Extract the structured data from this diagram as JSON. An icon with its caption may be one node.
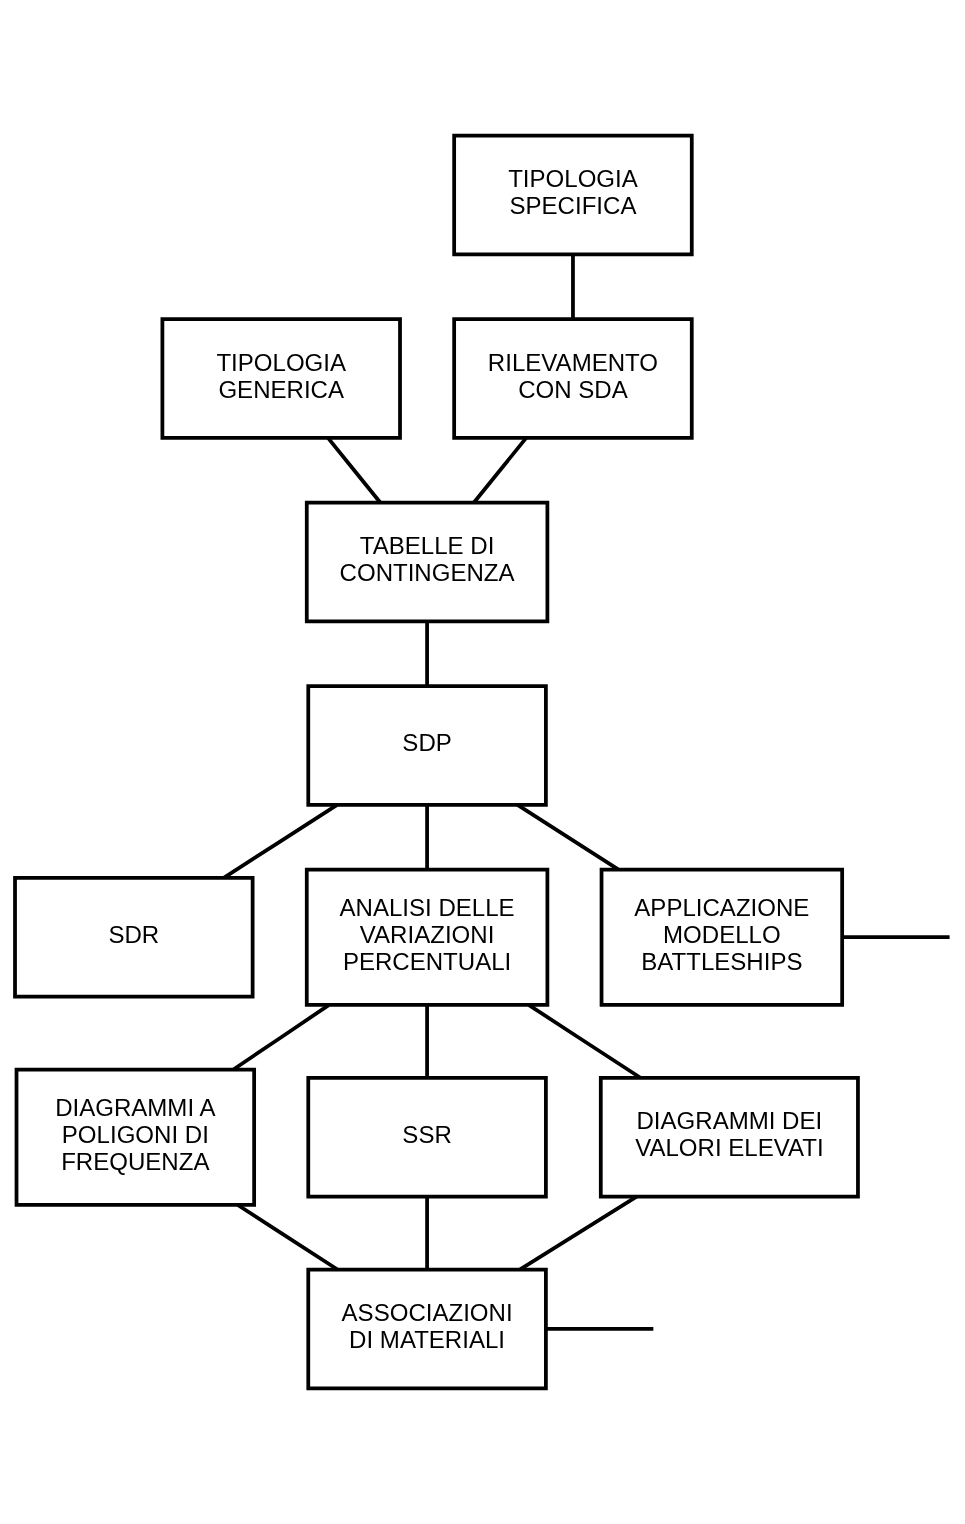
{
  "diagram": {
    "nodes": [
      {
        "text": [
          "TIPOLOGIA GENERICA"
        ]
      },
      {
        "text": [
          "TIPOLOGIA SPECIFICA"
        ]
      },
      {
        "text": [
          "RILEVAMENTO CON SDA"
        ]
      },
      {
        "text": [
          "TABELLE DI CONTINGENZA"
        ]
      },
      {
        "text": [
          "SDP"
        ]
      },
      {
        "text": [
          "SDR"
        ]
      },
      {
        "text": [
          "ANALISI DELLE VARIAZIONI PERCENTUALI"
        ]
      },
      {
        "text": [
          "APPLICAZIONE MODELLO BATTLESHIPS"
        ]
      },
      {
        "text": [
          "DIAGRAMMI A POLIGONI DI FREQUENZA"
        ]
      },
      {
        "text": [
          "SSR"
        ]
      },
      {
        "text": [
          "DIAGRAMMI DEI VALORI ELEVATI"
        ]
      },
      {
        "text": [
          "ASSOCIAZIONI DI MATERIALI"
        ]
      }
    ],
    "edges": [
      {
        "from": 0,
        "to": 3,
        "arrow": "none"
      },
      {
        "from": 1,
        "to": 2,
        "arrow": "none"
      },
      {
        "from": 2,
        "to": 3,
        "arrow": "none"
      },
      {
        "from": 3,
        "to": 4,
        "arrow": "none"
      },
      {
        "from": 4,
        "to": 5,
        "arrow": "none"
      },
      {
        "from": 4,
        "to": 6,
        "arrow": "none"
      },
      {
        "from": 4,
        "to": 7,
        "arrow": "none"
      },
      {
        "from": 6,
        "to": 8,
        "arrow": "none"
      },
      {
        "from": 6,
        "to": 9,
        "arrow": "none"
      },
      {
        "from": 6,
        "to": 10,
        "arrow": "none"
      },
      {
        "from": 8,
        "to": 11,
        "arrow": "none"
      },
      {
        "from": 9,
        "to": 11,
        "arrow": "none"
      },
      {
        "from": 10,
        "to": 11,
        "arrow": "none"
      },
      {
        "from": 7,
        "to": null,
        "arrow": "none"
      },
      {
        "from": 11,
        "to": null,
        "arrow": "none"
      }
    ]
  }
}
